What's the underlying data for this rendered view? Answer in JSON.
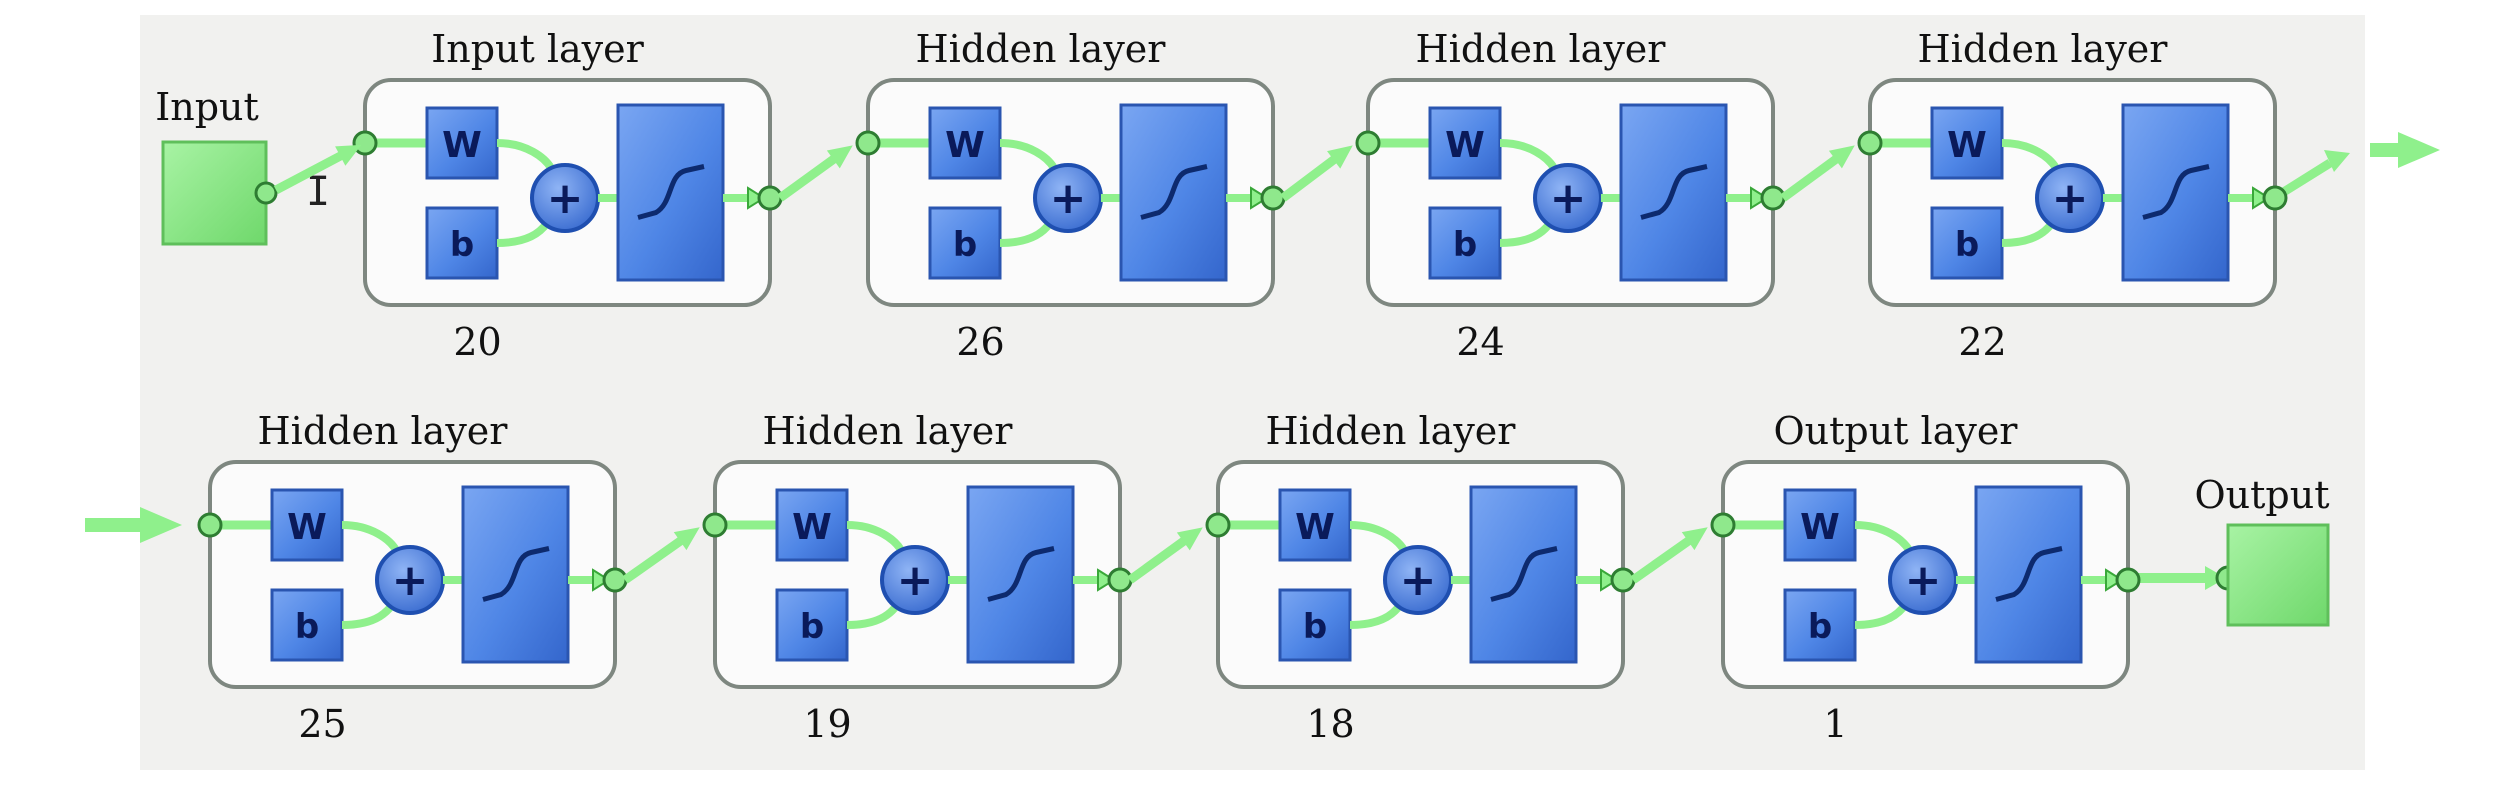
{
  "diagram": {
    "input_label": "Input",
    "output_label": "Output",
    "weight_symbol": "W",
    "bias_symbol": "b",
    "sum_symbol": "+",
    "colors": {
      "panel_bg": "#f1f1ef",
      "layer_box_border": "#7e8780",
      "layer_box_fill": "#fbfbfb",
      "block_blue": "#4f86e6",
      "block_blue_dark": "#1f4fb0",
      "wire_green": "#8ff08c",
      "wire_green_dark": "#3aa83a",
      "io_box_green": "#8fe88c"
    },
    "layers": [
      {
        "title": "Input layer",
        "neurons": "20"
      },
      {
        "title": "Hidden layer",
        "neurons": "26"
      },
      {
        "title": "Hidden layer",
        "neurons": "24"
      },
      {
        "title": "Hidden layer",
        "neurons": "22"
      },
      {
        "title": "Hidden layer",
        "neurons": "25"
      },
      {
        "title": "Hidden layer",
        "neurons": "19"
      },
      {
        "title": "Hidden layer",
        "neurons": "18"
      },
      {
        "title": "Output layer",
        "neurons": "1"
      }
    ]
  }
}
